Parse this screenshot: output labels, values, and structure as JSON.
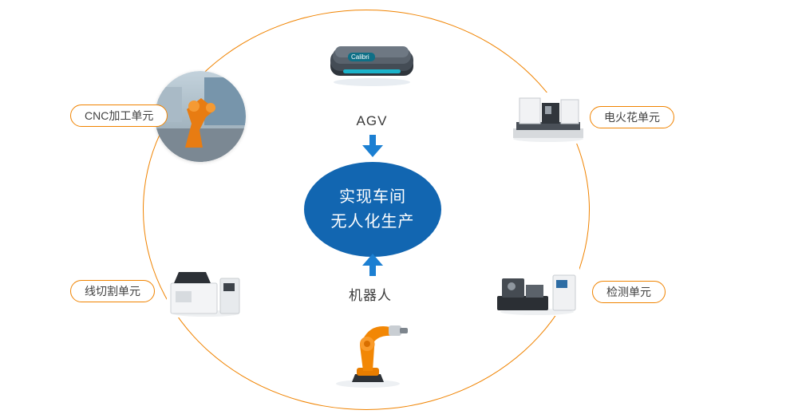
{
  "diagram": {
    "center": {
      "line1": "实现车间",
      "line2": "无人化生产"
    },
    "agv": {
      "label": "AGV",
      "device_text": "Calibri"
    },
    "robot": {
      "label": "机器人"
    },
    "units": {
      "cnc": {
        "label": "CNC加工单元"
      },
      "edm": {
        "label": "电火花单元"
      },
      "wire_cut": {
        "label": "线切割单元"
      },
      "inspection": {
        "label": "检测单元"
      }
    },
    "colors": {
      "ring_orange": "#f08300",
      "center_blue": "#1266b1",
      "arrow_blue": "#1b7fd2"
    }
  }
}
